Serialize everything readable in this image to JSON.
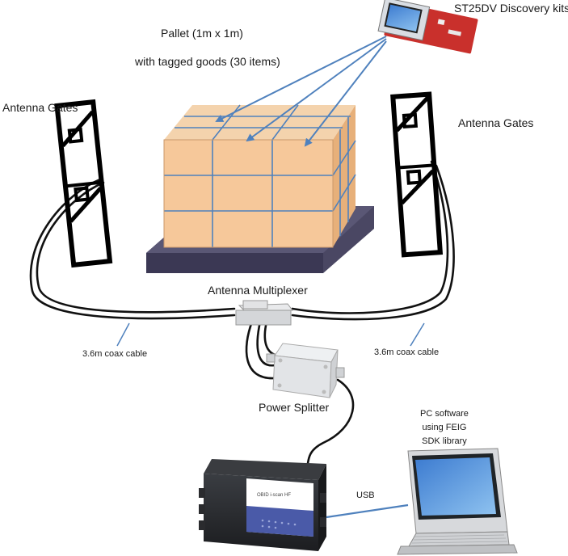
{
  "labels": {
    "pallet_title": "Pallet (1m x 1m)",
    "pallet_sub": "with tagged goods (30 items)",
    "antenna_left": "Antenna Gates",
    "antenna_right": "Antenna Gates",
    "discovery": "ST25DV Discovery kits",
    "multiplexer": "Antenna Multiplexer",
    "coax_left": "3.6m coax cable",
    "coax_right": "3.6m coax cable",
    "splitter": "Power Splitter",
    "pc_line1": "PC software",
    "pc_line2": "using FEIG",
    "pc_line3": "SDK library",
    "usb": "USB"
  },
  "reader": {
    "brand_text": "OBID i-scan HF"
  },
  "colors": {
    "arrow": "#4f81bd",
    "box_face": "#f6c89a",
    "box_line": "#4f81bd",
    "pallet": "#4a4763",
    "cable": "#111111"
  }
}
